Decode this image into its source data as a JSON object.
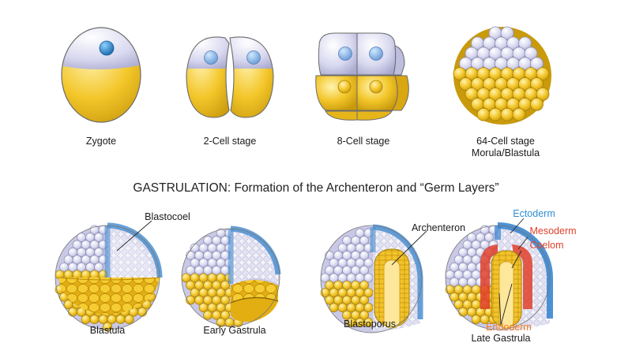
{
  "heading": "GASTRULATION: Formation of the Archenteron and “Germ Layers”",
  "cleavage_stages": [
    {
      "label": "Zygote"
    },
    {
      "label": "2-Cell stage"
    },
    {
      "label": "8-Cell stage"
    },
    {
      "label": "64-Cell stage",
      "sublabel": "Morula/Blastula"
    }
  ],
  "gastrula_stages": [
    {
      "label": "Blastula"
    },
    {
      "label": "Early Gastrula"
    },
    {
      "label": "Blastoporus"
    },
    {
      "label": "Late Gastrula"
    }
  ],
  "callouts": {
    "blastocoel": "Blastocoel",
    "archenteron": "Archenteron",
    "ectoderm": "Ectoderm",
    "mesoderm": "Mesoderm",
    "coelom": "Coelom",
    "endoderm": "Endoderm"
  },
  "colors": {
    "yolk": "#f3c62a",
    "animal_pole": "#d4d4ee",
    "nucleus": "#2a86c8",
    "ectoderm": "#2e8fd6",
    "mesoderm": "#e0402a",
    "endoderm": "#f07a1e"
  }
}
